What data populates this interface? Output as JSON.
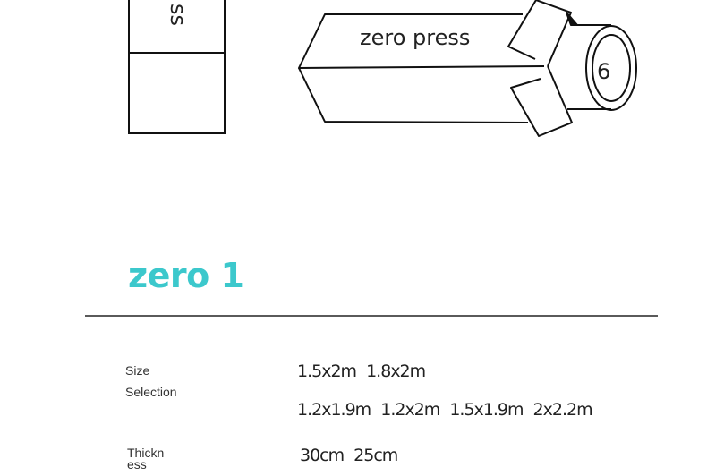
{
  "diagram": {
    "folded_panel_text": "ss",
    "roll_label": "zero press",
    "roll_end_number": "6"
  },
  "product": {
    "title": "zero 1",
    "title_color": "#3cc8cc"
  },
  "specs": {
    "size": {
      "label_line1": "Size",
      "label_line2": "Selection",
      "row1": "1.5x2m  1.8x2m",
      "row2": "1.2x1.9m  1.2x2m  1.5x1.9m  2x2.2m"
    },
    "thickness": {
      "label_line1": "Thickn",
      "label_line2": "ess",
      "values": "30cm  25cm"
    }
  }
}
